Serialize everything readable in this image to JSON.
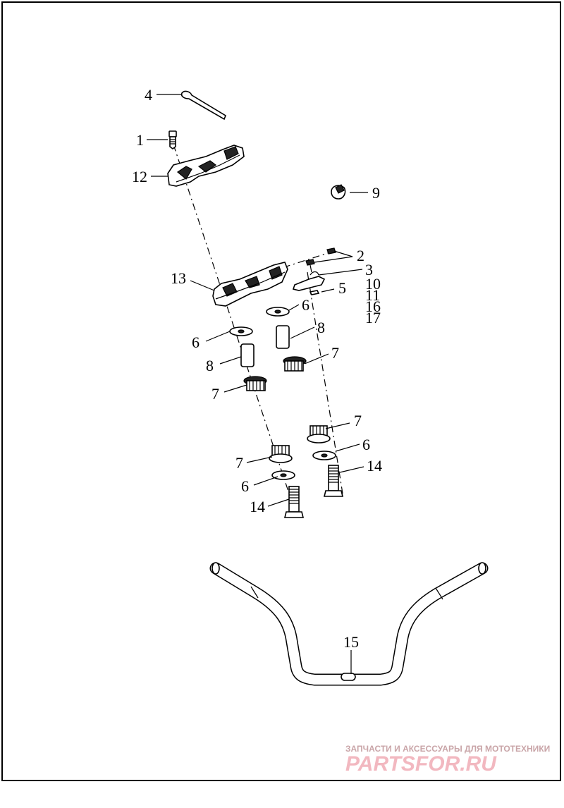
{
  "callouts": {
    "c1": "1",
    "c2": "2",
    "c3": "3",
    "c4": "4",
    "c5": "5",
    "c6a": "6",
    "c6b": "6",
    "c6c": "6",
    "c6d": "6",
    "c7a": "7",
    "c7b": "7",
    "c7c": "7",
    "c7d": "7",
    "c8a": "8",
    "c8b": "8",
    "c9": "9",
    "c10": "10",
    "c11": "11",
    "c12": "12",
    "c13": "13",
    "c14a": "14",
    "c14b": "14",
    "c15": "15",
    "c16": "16",
    "c17": "17"
  },
  "watermark": {
    "tagline": "ЗАПЧАСТИ И АКСЕССУАРЫ ДЛЯ МОТОТЕХНИКИ",
    "brand": "PARTSFOR.RU"
  }
}
